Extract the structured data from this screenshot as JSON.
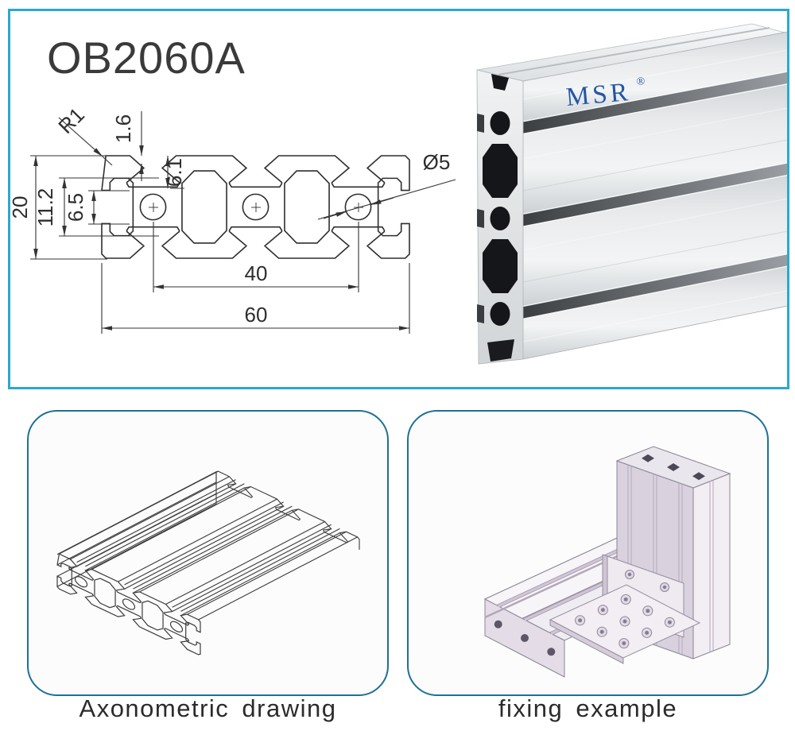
{
  "title": "OB2060A",
  "colors": {
    "top_border": "#2CA9CE",
    "panel_border": "#1E7095",
    "brand_blue": "#2456A4",
    "line": "#333333"
  },
  "drawing": {
    "dims": {
      "overall_height": "20",
      "end_slot_cavity": "11.2",
      "end_slot_opening": "6.5",
      "corner_radius": "R1",
      "lip_thickness": "1.6",
      "slot_depth": "6.1",
      "hole_diameter": "Ø5",
      "hole_pitch": "40",
      "overall_width": "60"
    }
  },
  "photo": {
    "brand": "MSR",
    "registered": "®"
  },
  "panels": {
    "axonometric": {
      "caption": "Axonometric drawing"
    },
    "fixing": {
      "caption": "fixing example"
    }
  }
}
